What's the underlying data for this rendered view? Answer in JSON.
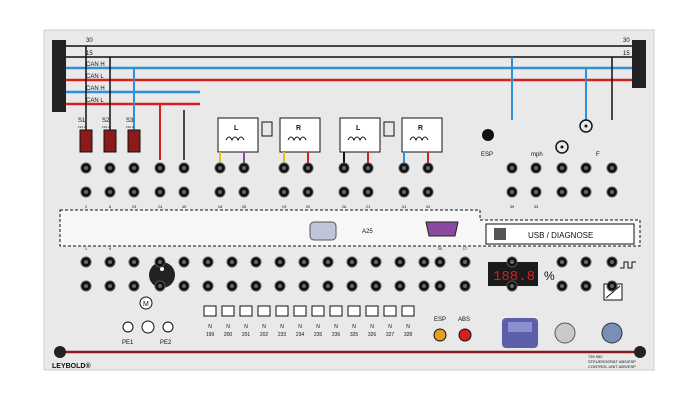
{
  "bus": {
    "left_30": "30",
    "right_30": "30",
    "right_15": "15",
    "lines": [
      "15",
      "CAN H",
      "CAN L",
      "CAN H",
      "CAN L"
    ]
  },
  "fuses": [
    {
      "name": "S1",
      "rating": "F10 A"
    },
    {
      "name": "S2",
      "rating": "F10 A"
    },
    {
      "name": "S3",
      "rating": "F10 A"
    }
  ],
  "lamp_boxes": [
    {
      "side": "L"
    },
    {
      "side": "R"
    },
    {
      "side": "L"
    },
    {
      "side": "R"
    }
  ],
  "top_pin_numbers": [
    "2",
    "6",
    "23",
    "24",
    "40",
    "18",
    "26",
    "19",
    "20",
    "26",
    "21",
    "31",
    "34",
    "",
    "",
    "",
    "39",
    "33"
  ],
  "mid_pin_numbers": [
    "1",
    "9",
    "",
    "",
    "",
    "",
    "",
    "",
    "",
    "",
    "",
    "",
    "",
    "",
    "",
    "",
    "20",
    "17",
    "",
    "",
    "",
    "",
    "",
    "",
    "",
    "25"
  ],
  "labels": {
    "a25": "A25",
    "usb": "USB / DIAGNOSE",
    "esp_switch": "ESP",
    "mph": "mph",
    "f": "F",
    "percent": "%",
    "pe1": "PE1",
    "pe2": "PE2",
    "esp_lamp": "ESP",
    "abs_lamp": "ABS",
    "brand": "LEYBOLD®"
  },
  "display": {
    "value": "188.8"
  },
  "relay_numbers": [
    "199",
    "200",
    "201",
    "202",
    "233",
    "234",
    "235",
    "236",
    "325",
    "326",
    "327",
    "328"
  ],
  "footer_text": [
    "739 950",
    "STEUERGERÄT ABS/ESP",
    "CONTROL UNIT ABS/ESP"
  ],
  "colors": {
    "red": "#d42020",
    "blue": "#2f8fd8",
    "black": "#111111",
    "dark_red": "#8b1a1a",
    "yellow": "#e2c21c",
    "purple": "#8a4aa0"
  }
}
